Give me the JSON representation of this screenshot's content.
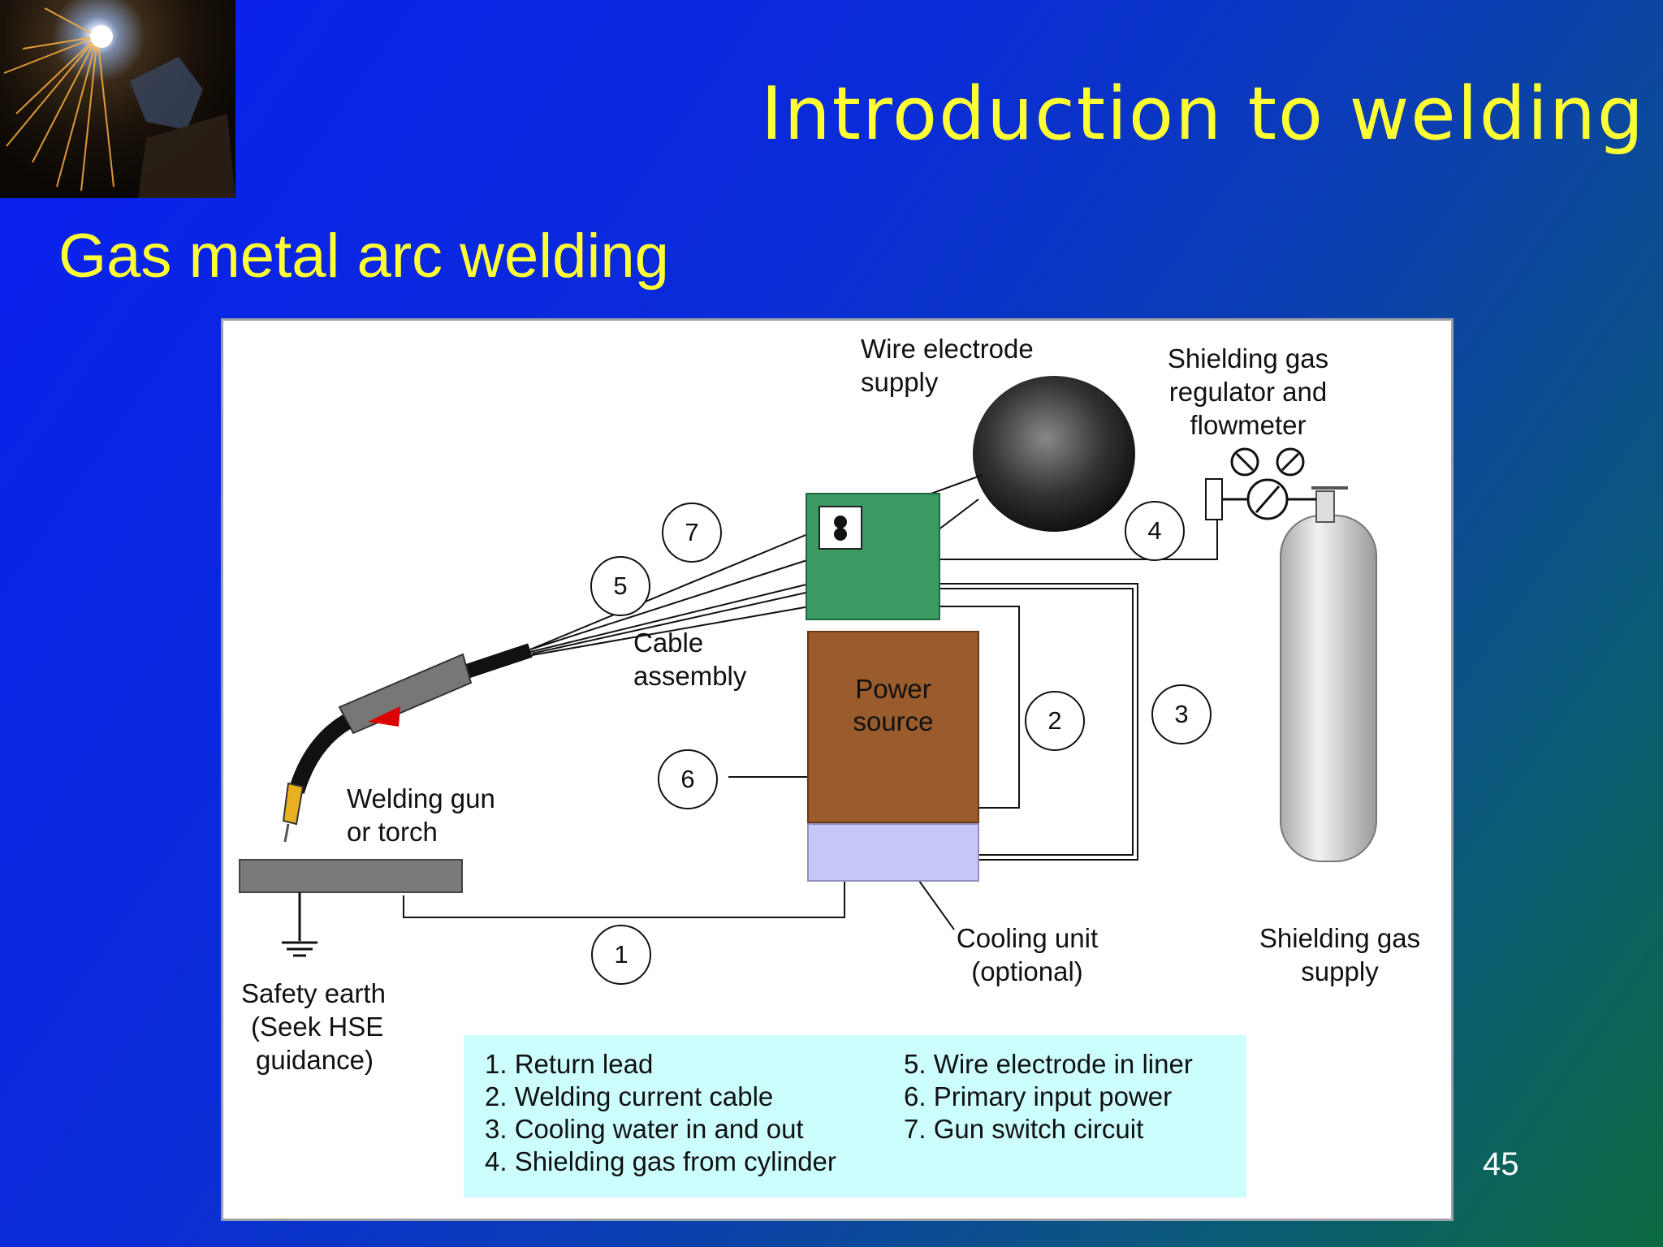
{
  "slide": {
    "title": "Introduction to welding",
    "subtitle": "Gas metal arc welding",
    "page_number": "45"
  },
  "diagram": {
    "labels": {
      "wire_supply": [
        "Wire electrode",
        "supply"
      ],
      "regulator": [
        "Shielding gas",
        "regulator and",
        "flowmeter"
      ],
      "cable_assembly": [
        "Cable",
        "assembly"
      ],
      "power_source": [
        "Power",
        "source"
      ],
      "welding_gun": [
        "Welding gun",
        "or torch"
      ],
      "cooling_unit": [
        "Cooling unit",
        "(optional)"
      ],
      "gas_supply": [
        "Shielding gas",
        "supply"
      ],
      "safety_earth": [
        "Safety earth",
        "(Seek HSE",
        "guidance)"
      ]
    },
    "callouts": [
      "1",
      "2",
      "3",
      "4",
      "5",
      "6",
      "7"
    ],
    "legend_left": [
      "1. Return lead",
      "2. Welding current cable",
      "3. Cooling water in and out",
      "4. Shielding gas from cylinder"
    ],
    "legend_right": [
      "5. Wire electrode in liner",
      "6. Primary input power",
      "7. Gun switch circuit"
    ],
    "colors": {
      "power_source": "#9a5c2c",
      "wire_feeder": "#3a9a62",
      "cooling_unit": "#c8c8f8",
      "legend_bg": "#ccfefe",
      "title_text": "#ffff33"
    }
  }
}
